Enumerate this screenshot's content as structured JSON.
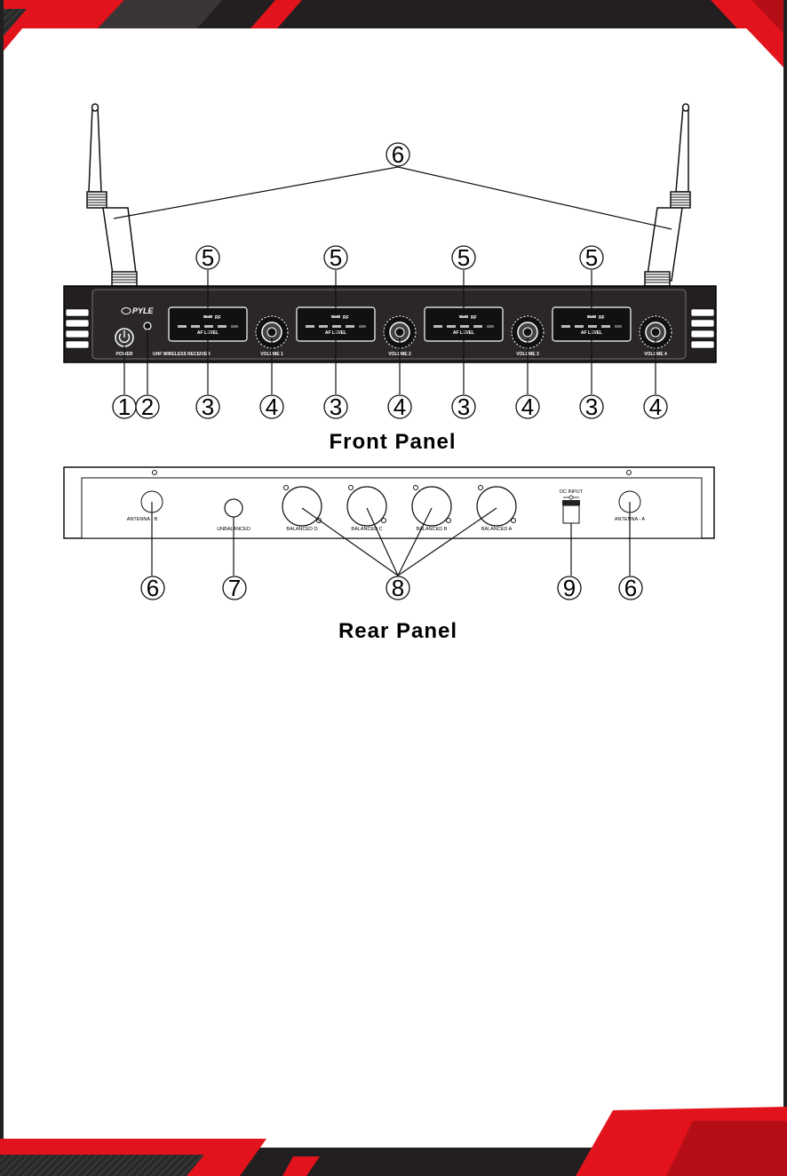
{
  "brand": "PYLE",
  "front_panel": {
    "title": "Front Panel",
    "power_label": "POWER",
    "model_label": "UHF WIRELESS RECEIVER",
    "rf_label": "RF",
    "af_label": "AF LEVEL",
    "volume_labels": [
      "VOLUME 1",
      "VOLUME 2",
      "VOLUME 3",
      "VOLUME 4"
    ],
    "callouts": {
      "power": "1",
      "led": "2",
      "display": "3",
      "volume": "4",
      "rf_indicator": "5",
      "antenna": "6"
    }
  },
  "rear_panel": {
    "title": "Rear Panel",
    "antenna_b": "ANTENNA - B",
    "antenna_a": "ANTENNA - A",
    "unbalanced": "UNBALANCED",
    "balanced": [
      "BALANCED D",
      "BALANCED C",
      "BALANCED B",
      "BALANCED A"
    ],
    "dc_input": "DC INPUT",
    "callouts": {
      "antenna": "6",
      "unbalanced": "7",
      "balanced": "8",
      "dc_input": "9"
    }
  },
  "colors": {
    "accent_red": "#e2131c",
    "dark": "#231f20",
    "line": "#1a1a1a"
  }
}
